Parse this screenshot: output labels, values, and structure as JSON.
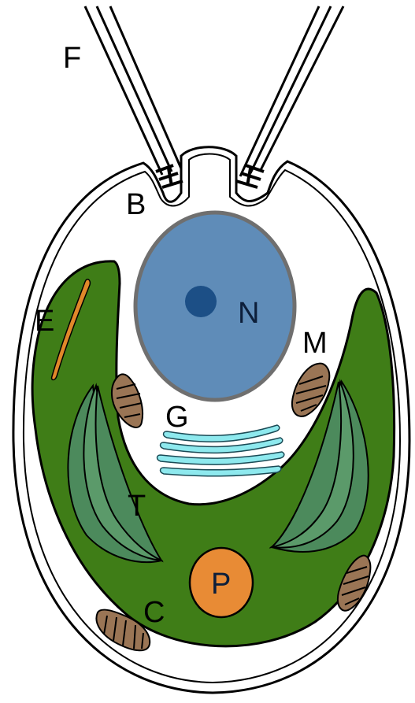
{
  "labels": {
    "flagella": "F",
    "basal_body": "B",
    "eyespot": "E",
    "nucleus": "N",
    "mitochondrion": "M",
    "golgi": "G",
    "thylakoid": "T",
    "pyrenoid": "P",
    "chloroplast": "C"
  },
  "colors": {
    "cell_wall": "#000000",
    "chloroplast": "#3f7d17",
    "thylakoid": "#4c8a5c",
    "nucleus": "#5f8cb8",
    "nucleus_border": "#6f6f6f",
    "nucleolus": "#1c4f86",
    "eyespot": "#e0882a",
    "golgi": "#8ee9ee",
    "mitochondrion": "#9a7555",
    "pyrenoid": "#e88b35"
  }
}
